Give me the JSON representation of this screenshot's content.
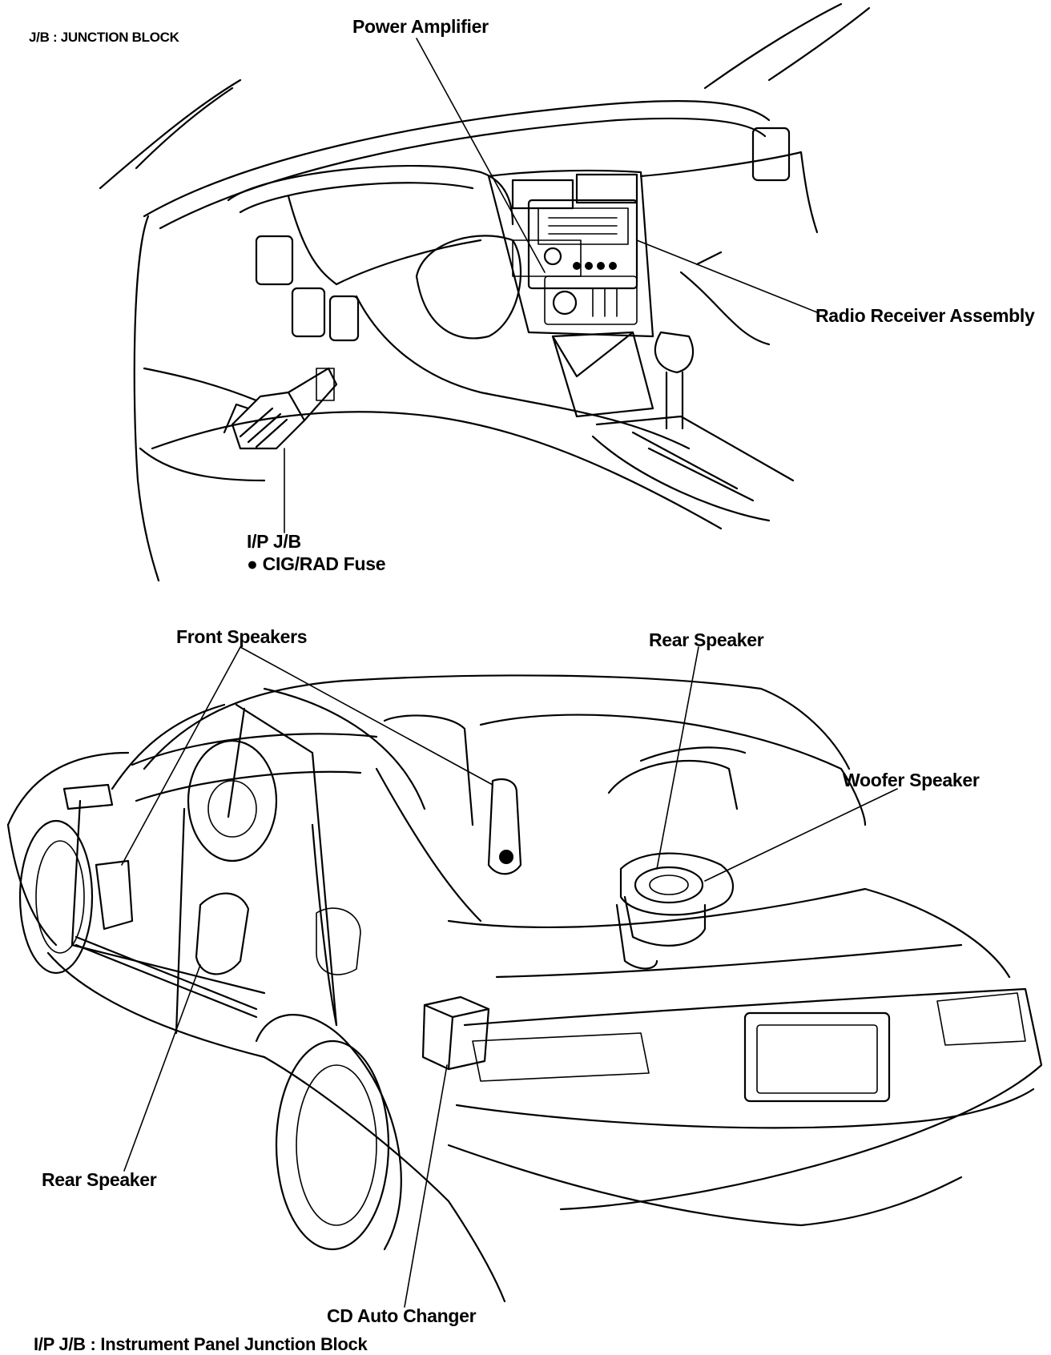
{
  "legend": {
    "junction_block": "J/B : JUNCTION BLOCK",
    "ip_junction_block": "I/P J/B : Instrument Panel Junction Block"
  },
  "labels": {
    "power_amplifier": "Power Amplifier",
    "radio_receiver": "Radio Receiver Assembly",
    "ip_jb": "I/P J/B",
    "cig_rad_fuse": "● CIG/RAD Fuse",
    "front_speakers": "Front Speakers",
    "rear_speaker_top": "Rear Speaker",
    "woofer_speaker": "Woofer Speaker",
    "rear_speaker_left": "Rear Speaker",
    "cd_auto_changer": "CD Auto Changer"
  }
}
